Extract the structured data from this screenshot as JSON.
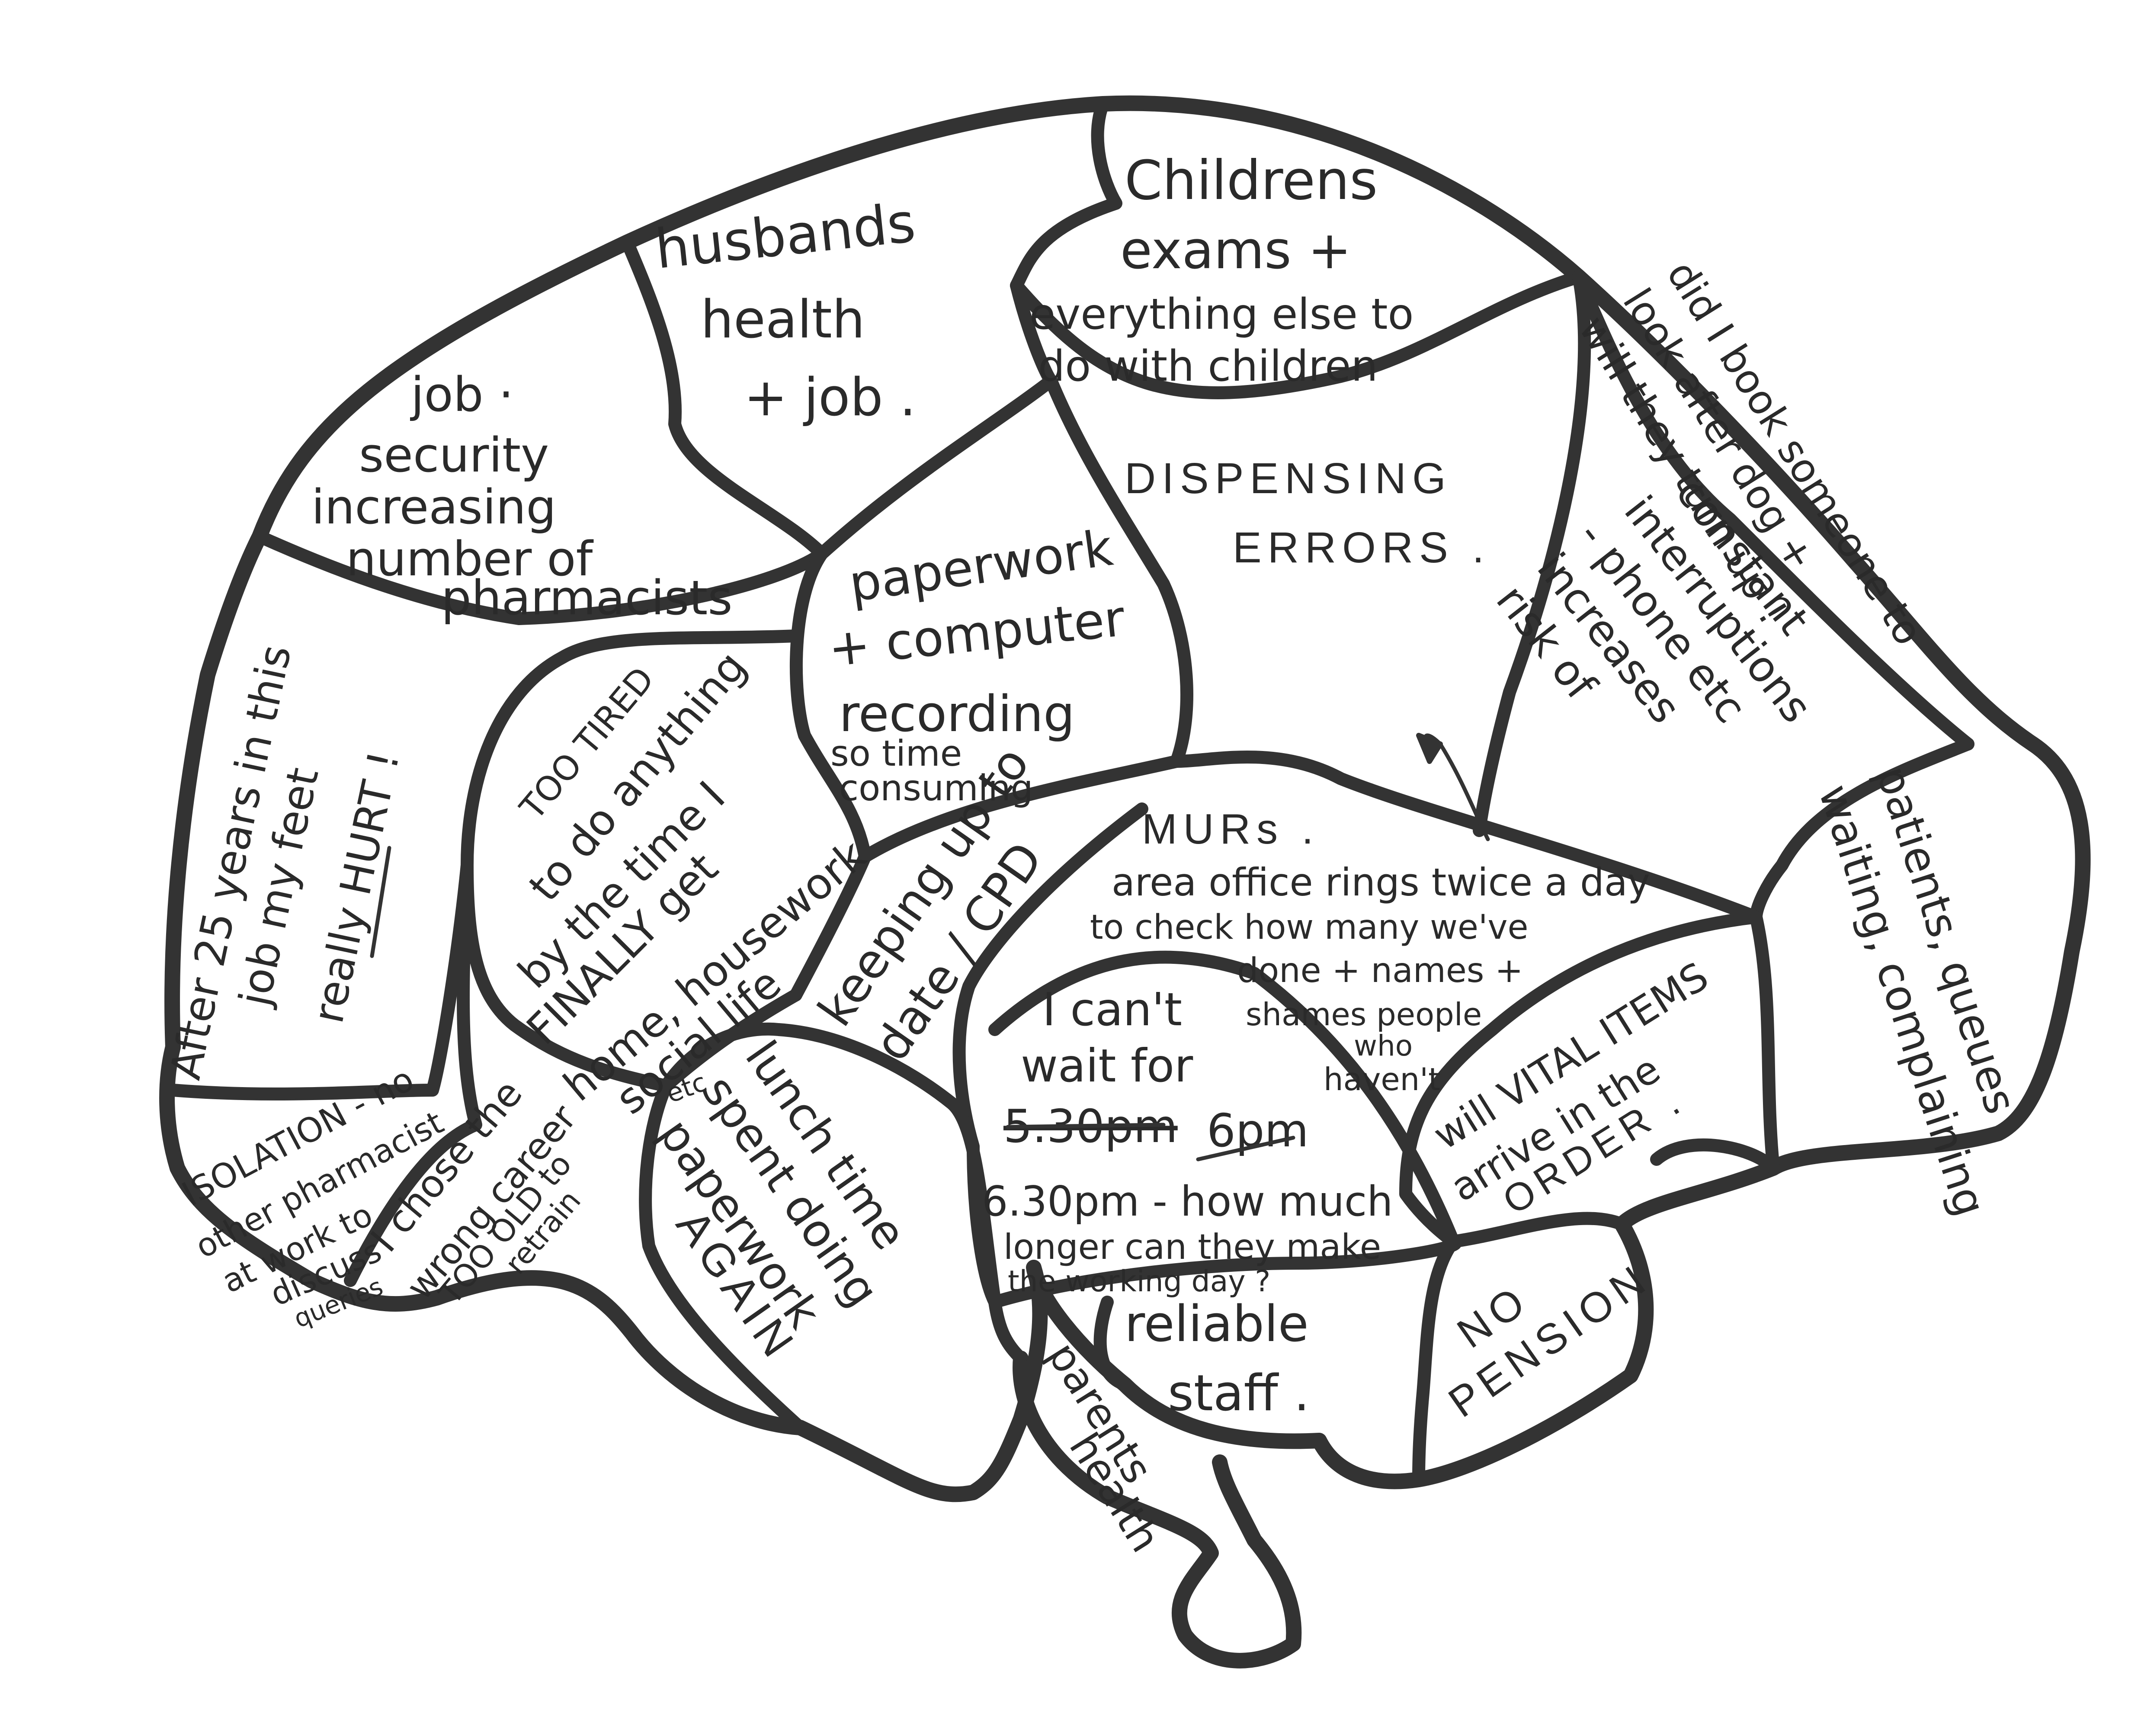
{
  "regions": {
    "childrens": [
      "Childrens",
      "exams +",
      "everything else to",
      "do with children"
    ],
    "husbands": [
      "husbands",
      "health",
      "+ job ."
    ],
    "job_security": [
      "job ·",
      "security",
      "increasing",
      "number of",
      "pharmacists"
    ],
    "dispensing": [
      "DISPENSING",
      "ERRORS ."
    ],
    "dog": [
      "did I book someone to",
      "look after dog +",
      "will they turn up !"
    ],
    "interruptions": [
      "constant",
      "interruptions",
      "- phone etc",
      "increases",
      "risk of"
    ],
    "patients": [
      "patients, queues",
      "waiting, complaining"
    ],
    "paperwork": [
      "paperwork",
      "+ computer",
      "recording",
      "so time",
      "consuming"
    ],
    "feet": [
      "After 25 years in this",
      "job my feet",
      "really HURT !"
    ],
    "too_tired": [
      "TOO TIRED",
      "to do anything",
      "by the time I",
      "FINALLY get",
      "home, housework",
      "social life",
      "etc"
    ],
    "keeping_up": [
      "keeping up to",
      "date / CPD"
    ],
    "murs_title": "MURs .",
    "murs": [
      "area office rings twice a day",
      "to check how many we've",
      "done + names +",
      "shames people",
      "who",
      "haven't"
    ],
    "isolation": [
      "ISOLATION - no",
      "other pharmacist",
      "at work to",
      "discuss",
      "queries"
    ],
    "wrong_career": [
      "I chose the",
      "wrong career",
      "TOO OLD to",
      "retrain"
    ],
    "lunch": [
      "lunch time",
      "spent doing",
      "paperwork",
      "AGAIN"
    ],
    "wait": [
      "I can't",
      "wait for",
      "5.30pm",
      "6pm",
      "6.30pm - how much",
      "longer can they make",
      "the working day ?"
    ],
    "vital_items": [
      "will VITAL ITEMS",
      "arrive in the",
      "ORDER ."
    ],
    "reliable": [
      "reliable",
      "staff ."
    ],
    "pension": [
      "NO",
      "PENSION"
    ],
    "parents": [
      "parents",
      "health"
    ]
  }
}
